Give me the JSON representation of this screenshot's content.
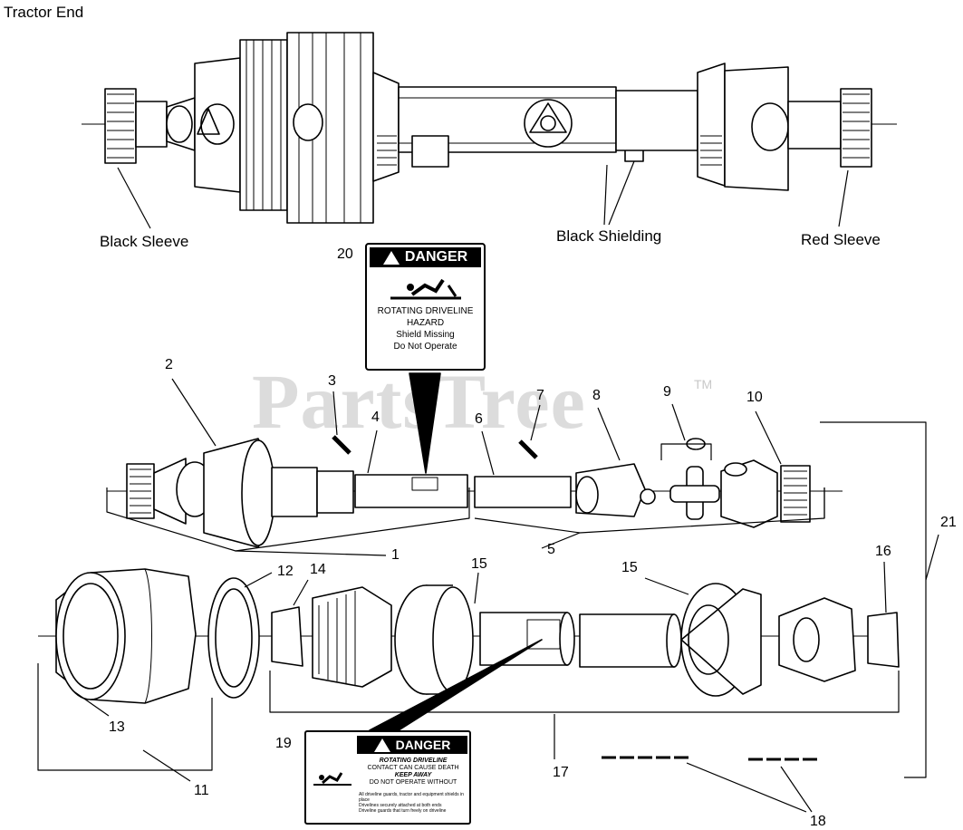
{
  "labels": {
    "tractor_end": "Tractor End",
    "black_sleeve": "Black Sleeve",
    "black_shielding": "Black Shielding",
    "red_sleeve": "Red Sleeve"
  },
  "watermark": {
    "text": "PartsTree",
    "tm": "TM"
  },
  "callouts": {
    "c1": "1",
    "c2": "2",
    "c3": "3",
    "c4": "4",
    "c5": "5",
    "c6": "6",
    "c7": "7",
    "c8": "8",
    "c9": "9",
    "c10": "10",
    "c11": "11",
    "c12": "12",
    "c13": "13",
    "c14": "14",
    "c15a": "15",
    "c15b": "15",
    "c16": "16",
    "c17": "17",
    "c18": "18",
    "c19": "19",
    "c20": "20",
    "c21": "21"
  },
  "decal_20": {
    "header": "DANGER",
    "line1": "ROTATING DRIVELINE",
    "line2": "HAZARD",
    "line3": "Shield Missing",
    "line4": "Do Not Operate"
  },
  "decal_19": {
    "header": "DANGER",
    "line1": "ROTATING DRIVELINE",
    "line2": "CONTACT CAN CAUSE DEATH",
    "line3": "KEEP AWAY",
    "line4": "DO NOT OPERATE WITHOUT",
    "fine1": "All driveline guards, tractor and equipment shields in place",
    "fine2": "Drivelines securely attached at both ends",
    "fine3": "Driveline guards that turn freely on driveline"
  },
  "colors": {
    "ink": "#000000",
    "watermark": "#dcdcdc",
    "background": "#ffffff"
  }
}
